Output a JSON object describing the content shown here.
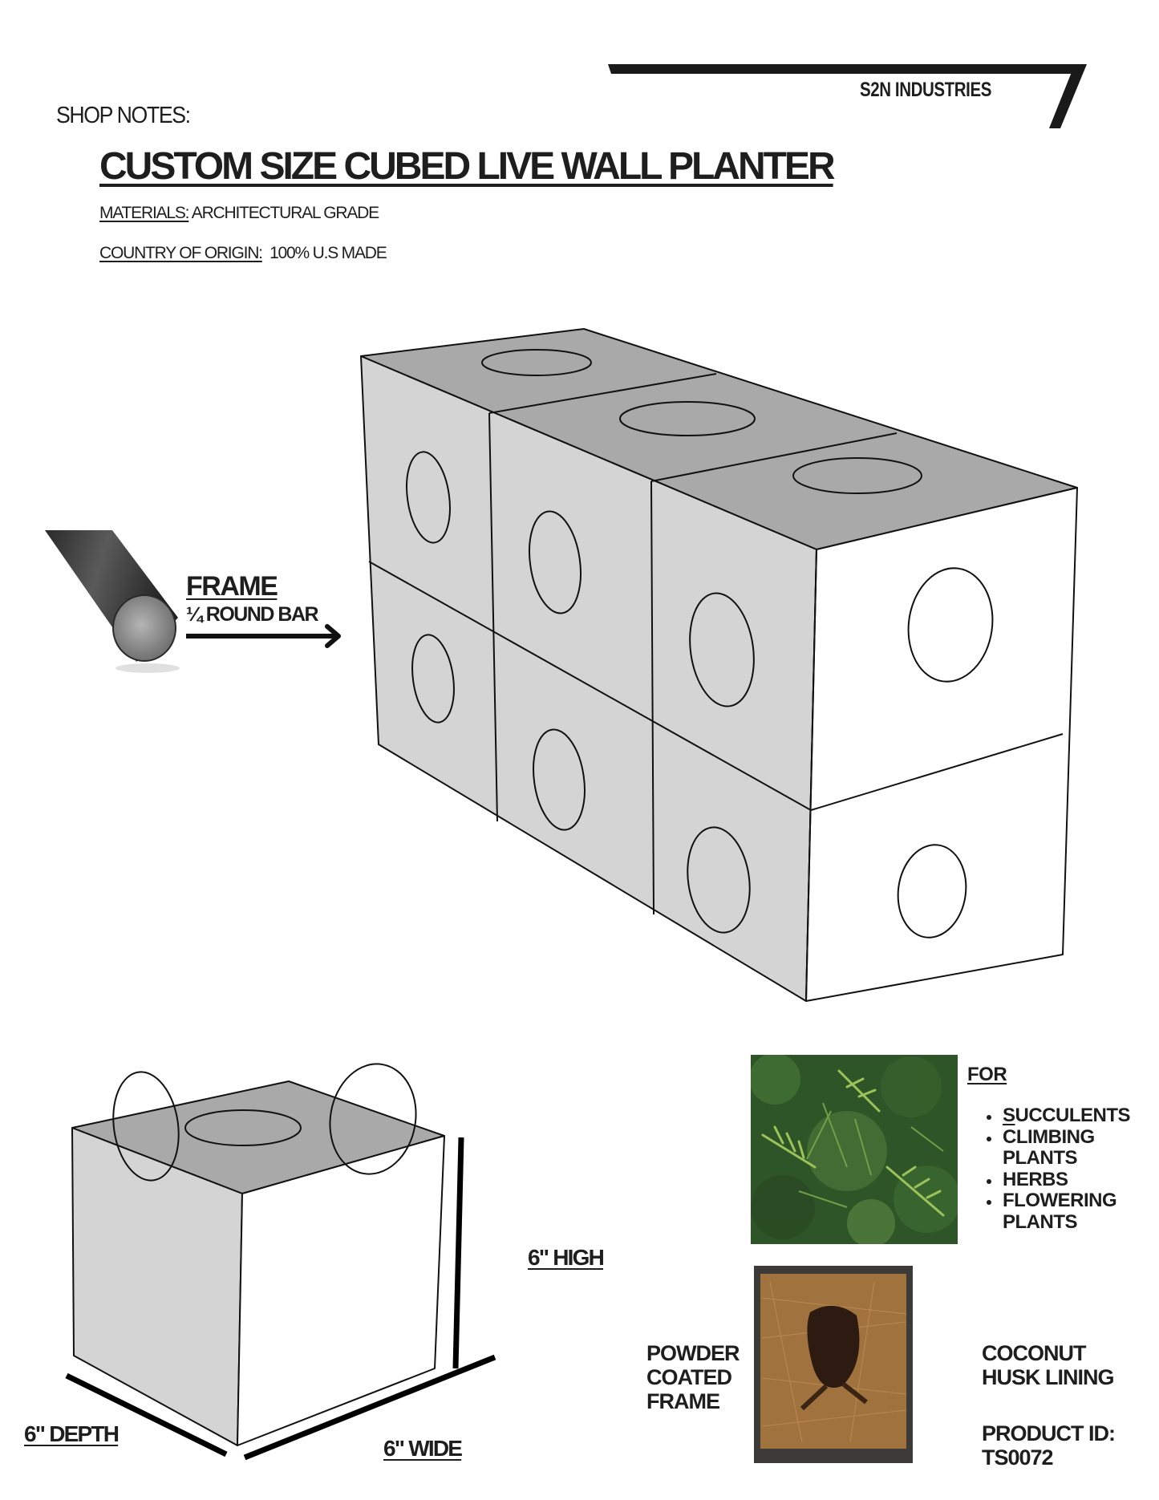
{
  "header": {
    "brand": "S2N INDUSTRIES",
    "shop_notes": "SHOP NOTES:",
    "title": "CUSTOM SIZE CUBED LIVE WALL PLANTER",
    "materials_key": "MATERIALS:",
    "materials_value": " ARCHITECTURAL GRADE",
    "origin_key": "COUNTRY OF ORIGIN:",
    "origin_value": "  100% U.S MADE"
  },
  "frame_callout": {
    "label": "FRAME",
    "sub": "¼ ROUND BAR",
    "icon": "arrow-right-icon"
  },
  "main_drawing": {
    "description": "2x3 stacked cube planter assembly, isometric view",
    "cubes": 6,
    "colors": {
      "top": "#a9a9a9",
      "side": "#d4d4d4",
      "front": "#ffffff",
      "line": "#111111"
    }
  },
  "single_cube": {
    "dimensions": {
      "high": "6\" HIGH",
      "depth": "6\" DEPTH",
      "wide": "6\" WIDE"
    }
  },
  "uses": {
    "for_label": "FOR",
    "items": [
      {
        "first": "S",
        "rest": "UCCULENTS"
      },
      {
        "first": "",
        "rest": "CLIMBING PLANTS"
      },
      {
        "first": "",
        "rest": "HERBS"
      },
      {
        "first": "",
        "rest": "FLOWERING PLANTS"
      }
    ]
  },
  "lining": {
    "powder_label": "POWDER COATED FRAME",
    "coconut_label": "COCONUT HUSK LINING",
    "product_id_label": "PRODUCT ID:",
    "product_id": "TS0072"
  }
}
